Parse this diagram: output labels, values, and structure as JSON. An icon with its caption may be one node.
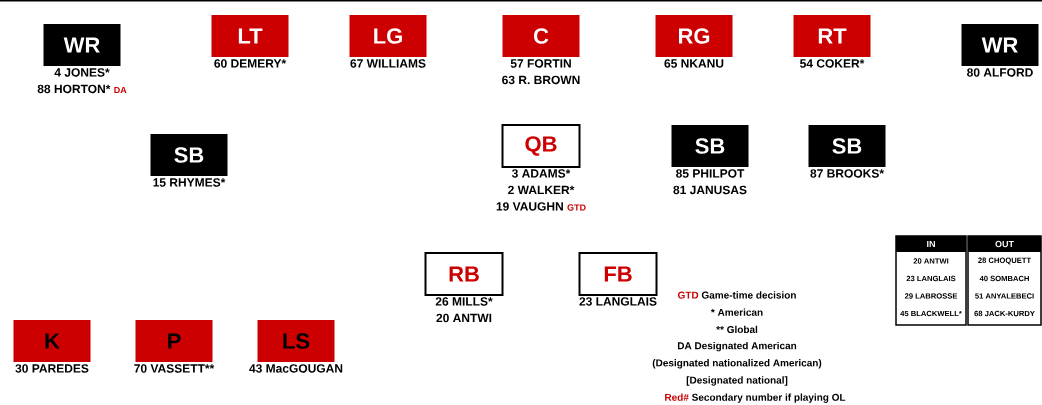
{
  "diagram": {
    "nodes": [
      {
        "text": [
          "WR"
        ],
        "beside": [
          "4 JONES*",
          "88 HORTON*",
          "DA"
        ]
      },
      {
        "text": [
          "LT"
        ],
        "beside": [
          "60 DEMERY*"
        ]
      },
      {
        "text": [
          "LG"
        ],
        "beside": [
          "67 WILLIAMS"
        ]
      },
      {
        "text": [
          "C"
        ],
        "beside": [
          "57 FORTIN",
          "63 R. BROWN"
        ]
      },
      {
        "text": [
          "RG"
        ],
        "beside": [
          "65 NKANU"
        ]
      },
      {
        "text": [
          "RT"
        ],
        "beside": [
          "54 COKER*"
        ]
      },
      {
        "text": [
          "WR"
        ],
        "beside": [
          "80 ALFORD"
        ]
      },
      {
        "text": [
          "SB"
        ],
        "beside": [
          "15 RHYMES*"
        ]
      },
      {
        "text": [
          "QB"
        ],
        "beside": [
          "3 ADAMS*",
          "2 WALKER*",
          "19 VAUGHN",
          "GTD"
        ]
      },
      {
        "text": [
          "SB"
        ],
        "beside": [
          "85 PHILPOT",
          "81 JANUSAS"
        ]
      },
      {
        "text": [
          "SB"
        ],
        "beside": [
          "87 BROOKS*"
        ]
      },
      {
        "text": [
          "RB"
        ],
        "beside": [
          "26 MILLS*",
          "20 ANTWI"
        ]
      },
      {
        "text": [
          "FB"
        ],
        "beside": [
          "23 LANGLAIS"
        ]
      },
      {
        "text": [
          "K"
        ],
        "beside": [
          "30 PAREDES"
        ]
      },
      {
        "text": [
          "P"
        ],
        "beside": [
          "70 VASSETT**"
        ]
      },
      {
        "text": [
          "LS"
        ],
        "beside": [
          "43 MacGOUGAN"
        ]
      }
    ],
    "labels": [
      "IN",
      "OUT",
      "20 ANTWI",
      "28 CHOQUETT",
      "23 LANGLAIS",
      "40 SOMBACH",
      "29 LABROSSE",
      "51 ANYALEBECI",
      "45 BLACKWELL*",
      "68 JACK-KURDY",
      "GTD",
      "Game-time decision",
      "* American",
      "** Global",
      "DA Designated American",
      "(Designated nationalized American)",
      "[Designated national]",
      "Red#",
      "Secondary number if playing OL"
    ]
  }
}
